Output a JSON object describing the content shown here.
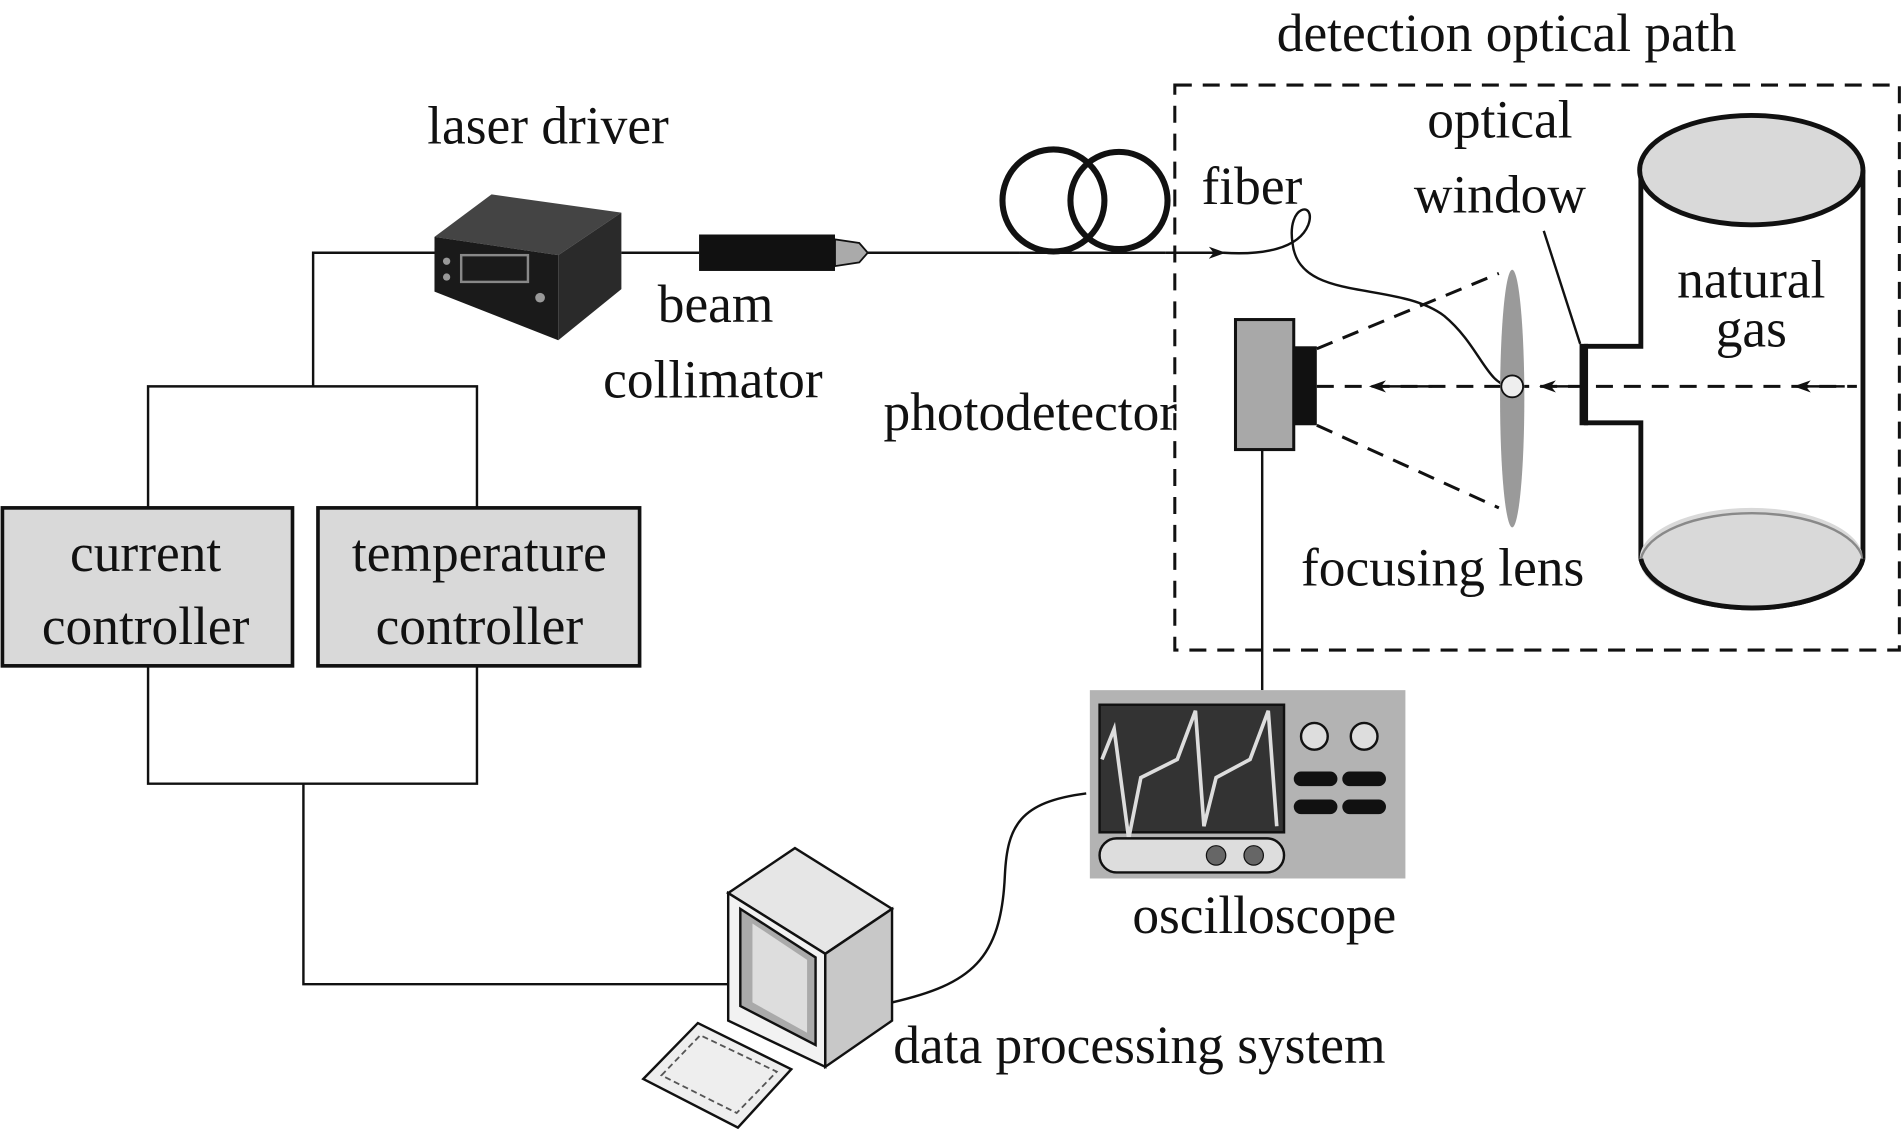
{
  "labels": {
    "detection_optical_path": "detection optical path",
    "laser_driver": "laser driver",
    "beam_collimator_line1": "beam",
    "beam_collimator_line2": "collimator",
    "fiber": "fiber",
    "optical_window_line1": "optical",
    "optical_window_line2": "window",
    "natural_gas_line1": "natural",
    "natural_gas_line2": "gas",
    "photodetector": "photodetector",
    "focusing_lens": "focusing lens",
    "current_controller_line1": "current",
    "current_controller_line2": "controller",
    "temperature_controller_line1": "temperature",
    "temperature_controller_line2": "controller",
    "oscilloscope": "oscilloscope",
    "data_processing_system": "data processing system"
  },
  "colors": {
    "box_fill": "#d9d9d9",
    "component_gray": "#b0b0b0",
    "line": "#111111"
  }
}
